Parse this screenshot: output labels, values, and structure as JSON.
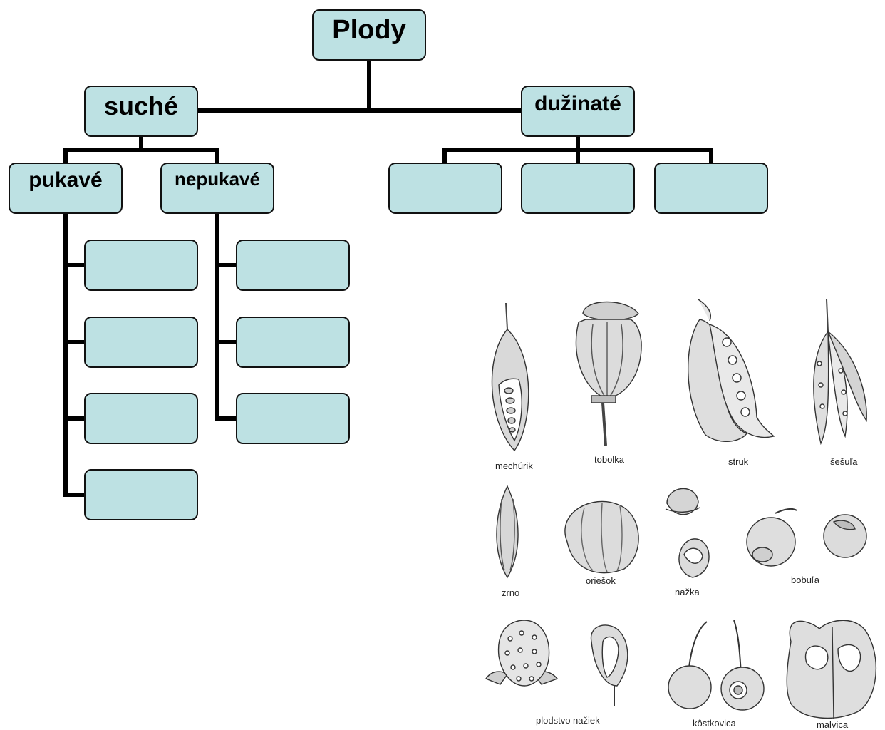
{
  "tree": {
    "root": "Plody",
    "dry": "suché",
    "fleshy": "dužinaté",
    "dehiscent": "pukavé",
    "indehiscent": "nepukavé"
  },
  "fruit_labels": {
    "mechurik": "mechúrik",
    "tobolka": "tobolka",
    "struk": "struk",
    "sesula": "šešuľa",
    "zrno": "zrno",
    "oriesok": "oriešok",
    "nazka": "nažka",
    "bobula": "bobuľa",
    "plodstvo": "plodstvo nažiek",
    "kostkovica": "kôstkovica",
    "malvica": "malvica"
  },
  "colors": {
    "box_fill": "#bde1e3",
    "line": "#000000"
  }
}
